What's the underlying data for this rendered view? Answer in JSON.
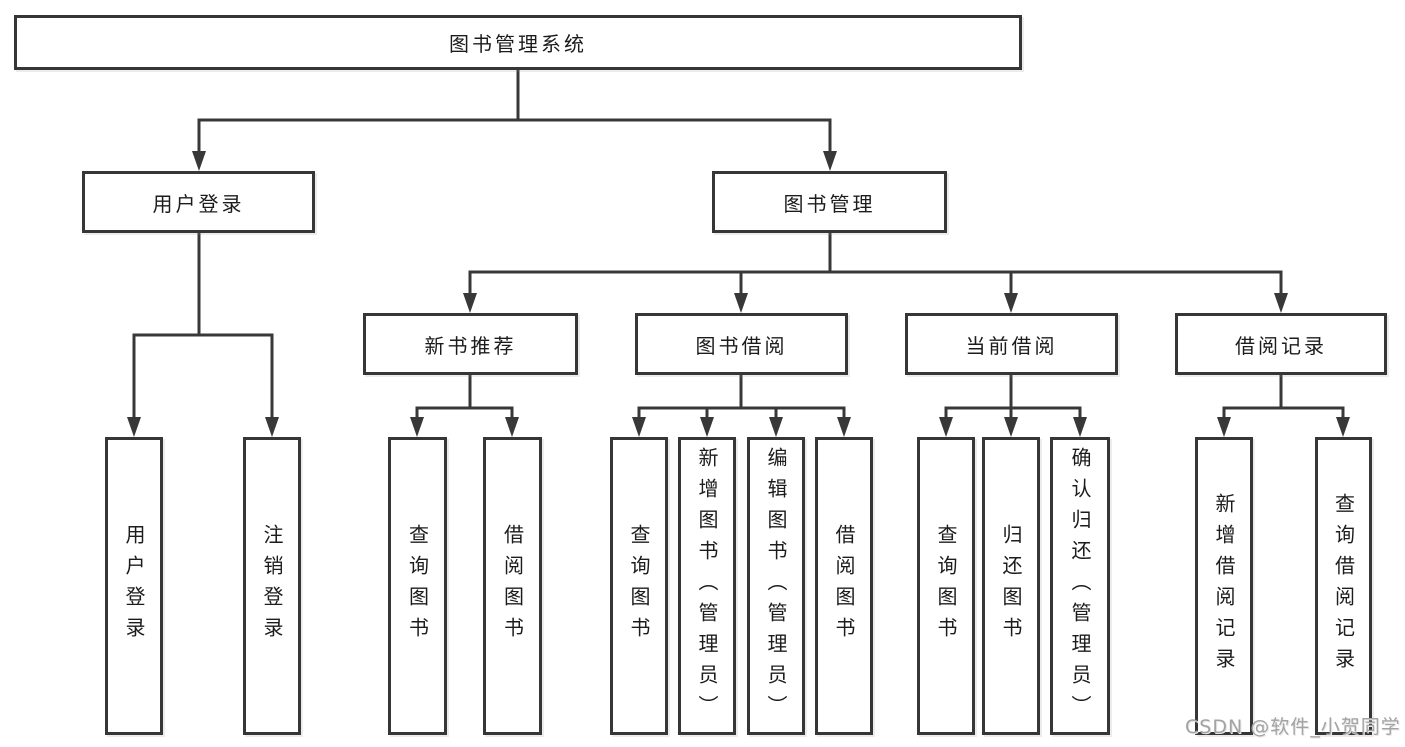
{
  "watermark": "CSDN @软件_小贺同学",
  "colors": {
    "line": "#383838",
    "box_border": "#363636",
    "text": "#1c1c1c",
    "watermark": "#a3a3a3",
    "background": "#ffffff"
  },
  "chart_data": {
    "type": "table",
    "title": "图书管理系统",
    "hierarchy": "root > [用户登录, 图书管理]; 用户登录 > [用户登录, 注销登录]; 图书管理 > [新书推荐, 图书借阅, 当前借阅, 借阅记录]"
  },
  "tree": {
    "root": "图书管理系统",
    "login": {
      "label": "用户登录",
      "children": [
        {
          "label": "用户登录"
        },
        {
          "label": "注销登录"
        }
      ]
    },
    "management": {
      "label": "图书管理",
      "groups": [
        {
          "label": "新书推荐",
          "children": [
            {
              "label": "查询图书"
            },
            {
              "label": "借阅图书"
            }
          ]
        },
        {
          "label": "图书借阅",
          "children": [
            {
              "label": "查询图书"
            },
            {
              "label": "新增图书（管理员）"
            },
            {
              "label": "编辑图书（管理员）"
            },
            {
              "label": "借阅图书"
            }
          ]
        },
        {
          "label": "当前借阅",
          "children": [
            {
              "label": "查询图书"
            },
            {
              "label": "归还图书"
            },
            {
              "label": "确认归还（管理员）"
            }
          ]
        },
        {
          "label": "借阅记录",
          "children": [
            {
              "label": "新增借阅记录"
            },
            {
              "label": "查询借阅记录"
            }
          ]
        }
      ]
    }
  }
}
